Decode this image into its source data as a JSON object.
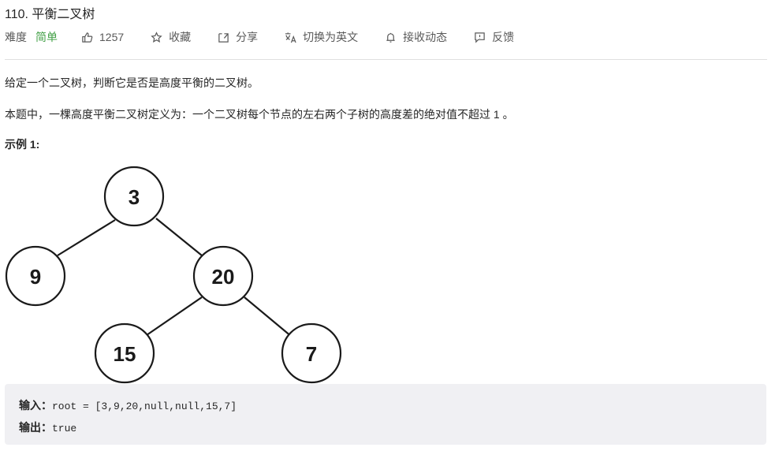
{
  "problem": {
    "title": "110. 平衡二叉树",
    "difficulty_label": "难度",
    "difficulty": "简单",
    "likes": "1257",
    "actions": [
      {
        "icon": "thumbs-up-icon",
        "label": "1257"
      },
      {
        "icon": "star-icon",
        "label": "收藏"
      },
      {
        "icon": "share-icon",
        "label": "分享"
      },
      {
        "icon": "translate-icon",
        "label": "切换为英文"
      },
      {
        "icon": "bell-icon",
        "label": "接收动态"
      },
      {
        "icon": "feedback-icon",
        "label": "反馈"
      }
    ],
    "accent_color": "#43a047"
  },
  "description": {
    "p1": "给定一个二叉树，判断它是否是高度平衡的二叉树。",
    "p2": "本题中，一棵高度平衡二叉树定义为：一个二叉树每个节点的左右两个子树的高度差的绝对值不超过 1 。",
    "example_title": "示例 1:"
  },
  "tree": {
    "nodes": [
      "3",
      "9",
      "20",
      "15",
      "7"
    ]
  },
  "example": {
    "input_label": "输入：",
    "input_value": "root = [3,9,20,null,null,15,7]",
    "output_label": "输出：",
    "output_value": "true"
  }
}
